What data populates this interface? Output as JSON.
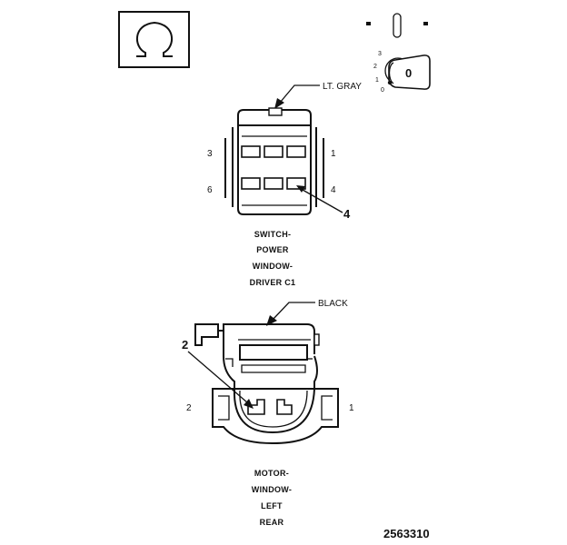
{
  "icons": {
    "ohm_symbol": "ohm-icon",
    "ignition_switch": "ignition-switch-icon",
    "ignition_key_label": "0",
    "ignition_positions": [
      "3",
      "2",
      "1",
      "0"
    ]
  },
  "connector_c1": {
    "color_callout": "LT. GRAY",
    "pins": {
      "top_left": "3",
      "top_right": "1",
      "bottom_left": "6",
      "bottom_right": "4"
    },
    "probe_callout": "4",
    "caption": [
      "SWITCH-",
      "POWER",
      "WINDOW-",
      "DRIVER C1"
    ]
  },
  "connector_motor": {
    "color_callout": "BLACK",
    "probe_callout": "2",
    "pins": {
      "left": "2",
      "right": "1"
    },
    "caption": [
      "MOTOR-",
      "WINDOW-",
      "LEFT",
      "REAR"
    ]
  },
  "document_number": "2563310"
}
